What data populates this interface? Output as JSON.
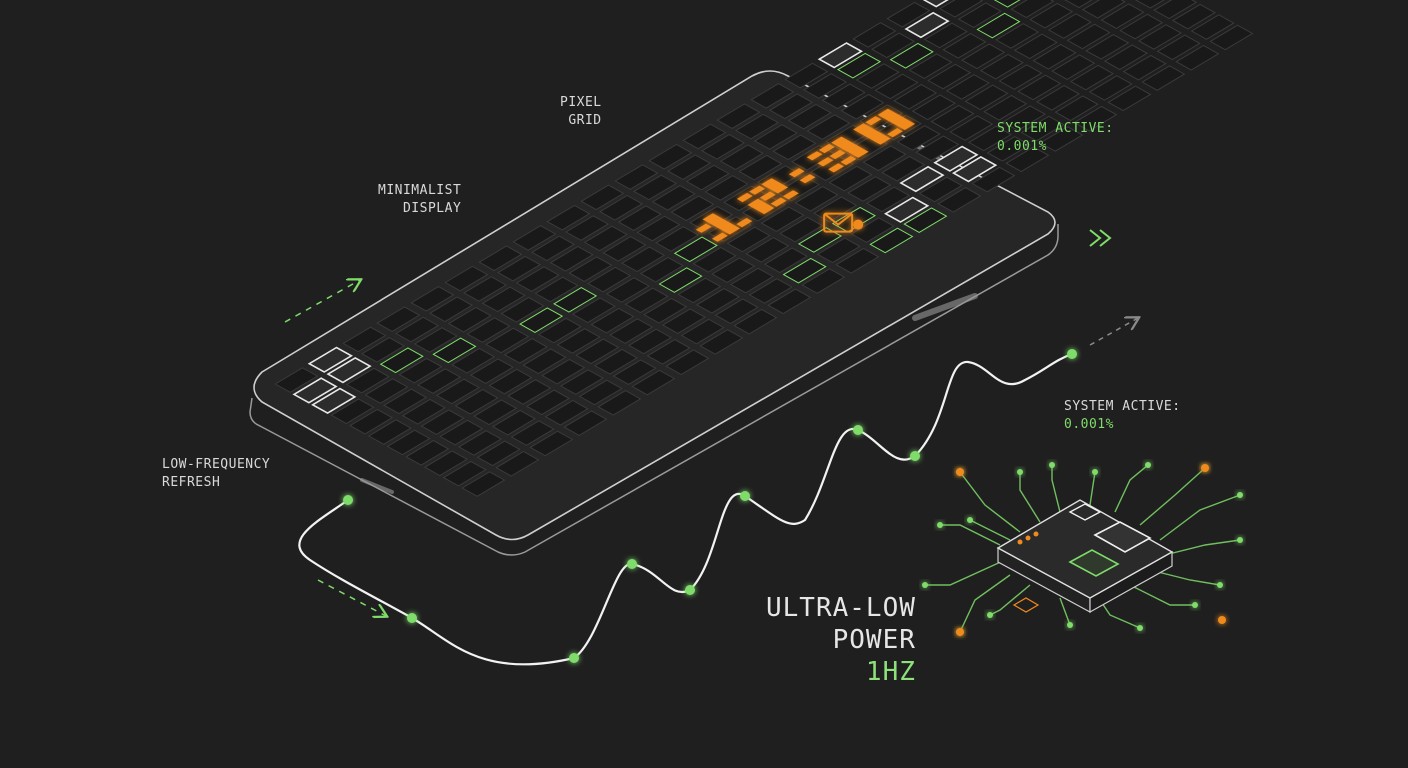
{
  "labels": {
    "pixel_grid": [
      "PIXEL",
      "GRID"
    ],
    "minimalist_display": [
      "MINIMALIST",
      "DISPLAY"
    ],
    "system_active_top": [
      "SYSTEM ACTIVE:",
      "0.001%"
    ],
    "system_active_mid": [
      "SYSTEM ACTIVE:",
      "0.001%"
    ],
    "low_frequency": [
      "LOW-FREQUENCY",
      "REFRESH"
    ],
    "headline": [
      "ULTRA-LOW",
      "POWER",
      "1HZ"
    ]
  },
  "display": {
    "clock_digits": [
      "1",
      "2",
      ":",
      "3",
      "0"
    ],
    "notification_icon": "envelope-icon"
  },
  "colors": {
    "background": "#1f1f1f",
    "accent_green": "#7fdc6a",
    "accent_orange": "#f08a1c",
    "outline": "#cfcfcf"
  }
}
